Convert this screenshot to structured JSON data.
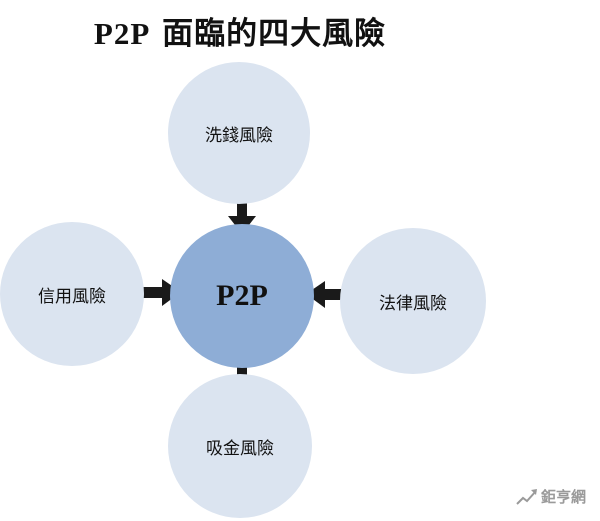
{
  "title": {
    "latin": "P2P",
    "text": "面臨的四大風險"
  },
  "center_node": "P2P",
  "risks": {
    "top": "洗錢風險",
    "left": "信用風險",
    "right": "法律風險",
    "bottom": "吸金風險"
  },
  "watermark": "鉅亨網",
  "colors": {
    "outer_circle": "#dbe4f0",
    "center_circle": "#8eadd6",
    "arrow": "#1a1a1a"
  },
  "icons": {
    "watermark": "rising-line-icon"
  }
}
